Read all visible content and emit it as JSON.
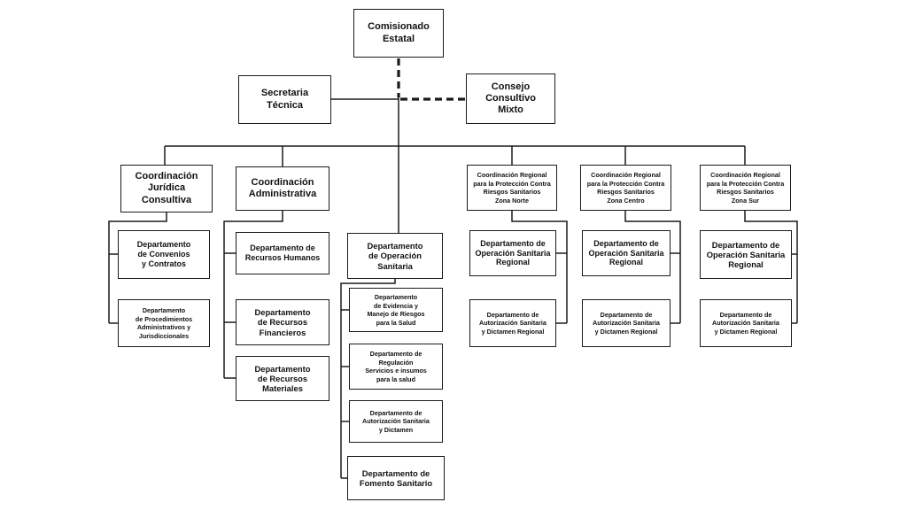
{
  "org_chart": {
    "colors": {
      "line": "#1a1a1a",
      "box_border": "#1a1a1a",
      "background": "#ffffff",
      "text": "#111111"
    },
    "nodes": [
      {
        "id": "comisionado-estatal",
        "label": "Comisionado\nEstatal",
        "parent": null
      },
      {
        "id": "secretaria-tecnica",
        "label": "Secretaria\nTécnica",
        "parent": "comisionado-estatal"
      },
      {
        "id": "consejo-consultivo-mixto",
        "label": "Consejo\nConsultivo\nMixto",
        "parent": "comisionado-estatal",
        "relation": "dashed-advisory"
      },
      {
        "id": "coordinacion-juridica-consultiva",
        "label": "Coordinación\nJurídica\nConsultiva",
        "parent": "comisionado-estatal"
      },
      {
        "id": "coordinacion-administrativa",
        "label": "Coordinación\nAdministrativa",
        "parent": "comisionado-estatal"
      },
      {
        "id": "coordinacion-regional-zona-norte",
        "label": "Coordinación Regional\npara la Protección Contra\nRiesgos Sanitarios\nZona Norte",
        "parent": "comisionado-estatal"
      },
      {
        "id": "coordinacion-regional-zona-centro",
        "label": "Coordinación Regional\npara la Protección Contra\nRiesgos Sanitarios\nZona Centro",
        "parent": "comisionado-estatal"
      },
      {
        "id": "coordinacion-regional-zona-sur",
        "label": "Coordinación Regional\npara la Protección Contra\nRiesgos Sanitarios\nZona Sur",
        "parent": "comisionado-estatal"
      },
      {
        "id": "departamento-convenios-contratos",
        "label": "Departamento\nde Convenios\ny Contratos",
        "parent": "coordinacion-juridica-consultiva"
      },
      {
        "id": "departamento-procedimientos",
        "label": "Departamento\nde Procedimientos\nAdministrativos y\nJurisdiccionales",
        "parent": "coordinacion-juridica-consultiva"
      },
      {
        "id": "departamento-recursos-humanos",
        "label": "Departamento de\nRecursos Humanos",
        "parent": "coordinacion-administrativa"
      },
      {
        "id": "departamento-recursos-financieros",
        "label": "Departamento\nde Recursos\nFinancieros",
        "parent": "coordinacion-administrativa"
      },
      {
        "id": "departamento-recursos-materiales",
        "label": "Departamento\nde Recursos\nMateriales",
        "parent": "coordinacion-administrativa"
      },
      {
        "id": "departamento-operacion-sanitaria",
        "label": "Departamento\nde Operación\nSanitaria",
        "parent": "comisionado-estatal"
      },
      {
        "id": "departamento-evidencia-riesgos",
        "label": "Departamento\nde Evidencia y\nManejo de Riesgos\npara la Salud",
        "parent": "departamento-operacion-sanitaria"
      },
      {
        "id": "departamento-regulacion-servicios",
        "label": "Departamento de\nRegulación\nServicios e insumos\npara la salud",
        "parent": "departamento-operacion-sanitaria"
      },
      {
        "id": "departamento-autorizacion-dictamen",
        "label": "Departamento de\nAutorización Sanitaria\ny Dictamen",
        "parent": "departamento-operacion-sanitaria"
      },
      {
        "id": "departamento-fomento-sanitario",
        "label": "Departamento de\nFomento Sanitario",
        "parent": "departamento-operacion-sanitaria"
      },
      {
        "id": "departamento-operacion-regional-norte",
        "label": "Departamento de\nOperación Sanitaria\nRegional",
        "parent": "coordinacion-regional-zona-norte"
      },
      {
        "id": "departamento-autorizacion-regional-norte",
        "label": "Departamento de\nAutorización Sanitaria\ny Dictamen Regional",
        "parent": "coordinacion-regional-zona-norte"
      },
      {
        "id": "departamento-operacion-regional-centro",
        "label": "Departamento de\nOperación Sanitaria\nRegional",
        "parent": "coordinacion-regional-zona-centro"
      },
      {
        "id": "departamento-autorizacion-regional-centro",
        "label": "Departamento de\nAutorización Sanitaria\ny Dictamen Regional",
        "parent": "coordinacion-regional-zona-centro"
      },
      {
        "id": "departamento-operacion-regional-sur",
        "label": "Departamento de\nOperación Sanitaria\nRegional",
        "parent": "coordinacion-regional-zona-sur"
      },
      {
        "id": "departamento-autorizacion-regional-sur",
        "label": "Departamento de\nAutorización Sanitaria\ny Dictamen Regional",
        "parent": "coordinacion-regional-zona-sur"
      }
    ]
  }
}
